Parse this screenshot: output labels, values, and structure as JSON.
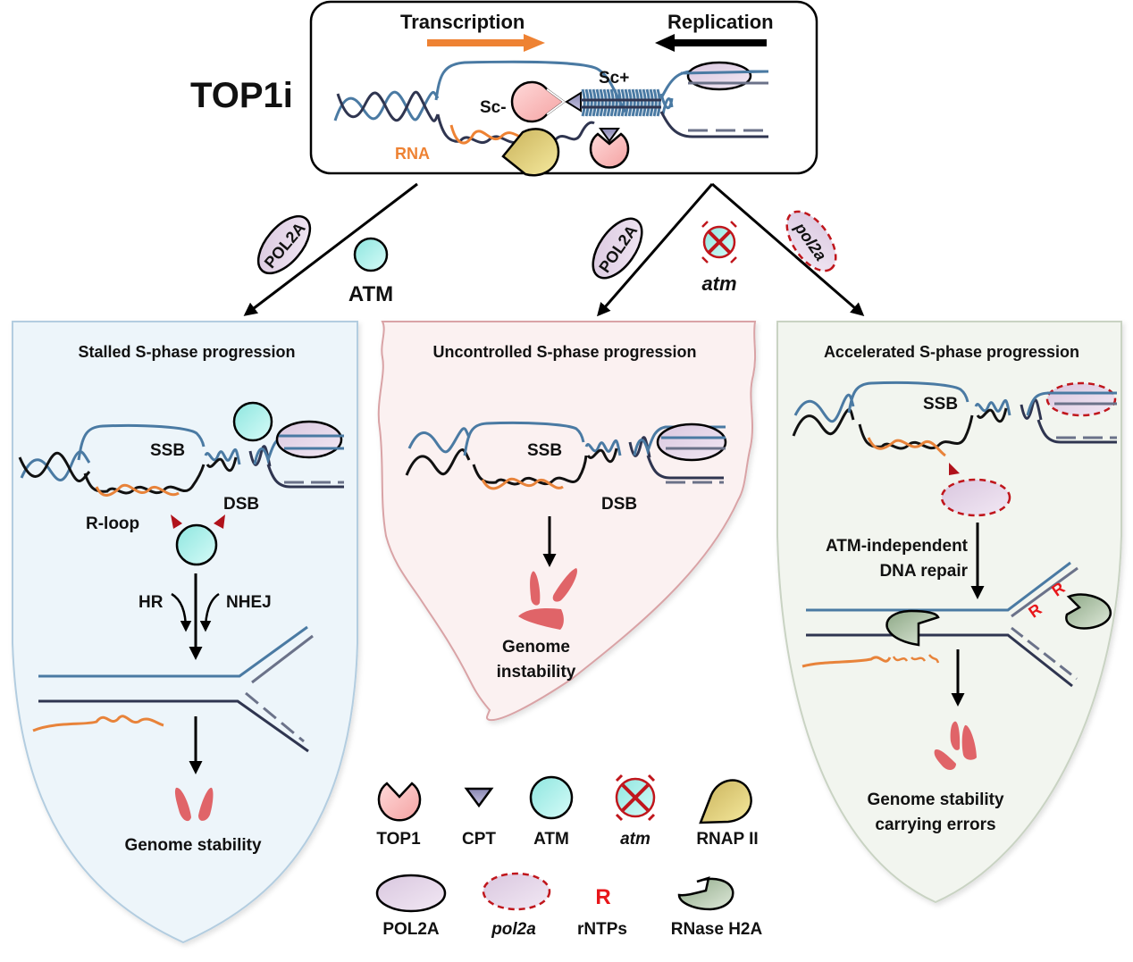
{
  "title": "TOP1i",
  "top_panel": {
    "transcription_label": "Transcription",
    "replication_label": "Replication",
    "sc_minus_label": "Sc-",
    "sc_plus_label": "Sc+",
    "rna_label": "RNA"
  },
  "branches": {
    "left": {
      "pol2a_label": "POL2A",
      "atm_label": "ATM"
    },
    "middle": {
      "pol2a_label": "POL2A",
      "atm_label": "atm"
    },
    "right": {
      "pol2a_label": "pol2a"
    }
  },
  "panels": {
    "stalled": {
      "title": "Stalled S-phase progression",
      "ssb_label": "SSB",
      "dsb_label": "DSB",
      "rloop_label": "R-loop",
      "hr_label": "HR",
      "nhej_label": "NHEJ",
      "outcome": "Genome stability"
    },
    "uncontrolled": {
      "title": "Uncontrolled S-phase progression",
      "ssb_label": "SSB",
      "dsb_label": "DSB",
      "outcome_line1": "Genome",
      "outcome_line2": "instability"
    },
    "accelerated": {
      "title": "Accelerated S-phase progression",
      "ssb_label": "SSB",
      "repair_line1": "ATM-independent",
      "repair_line2": "DNA repair",
      "rntp_marker": "R",
      "outcome_line1": "Genome stability",
      "outcome_line2": "carrying errors"
    }
  },
  "legend": {
    "items": [
      {
        "icon": "top1-pacman-icon",
        "label": "TOP1"
      },
      {
        "icon": "cpt-triangle-icon",
        "label": "CPT"
      },
      {
        "icon": "atm-circle-icon",
        "label": "ATM"
      },
      {
        "icon": "atm-mutant-icon",
        "label": "atm"
      },
      {
        "icon": "rnap2-drop-icon",
        "label": "RNAP II"
      },
      {
        "icon": "pol2a-ellipse-icon",
        "label": "POL2A"
      },
      {
        "icon": "pol2a-mutant-icon",
        "label": "pol2a"
      },
      {
        "icon": "rntp-r-icon",
        "label": "rNTPs",
        "glyph": "R"
      },
      {
        "icon": "rnase-h2a-icon",
        "label": "RNase H2A"
      }
    ]
  },
  "colors": {
    "strand_blue": "#4a7aa3",
    "strand_dark": "#2f3550",
    "rna_orange": "#e8833a",
    "top1_pink": "#f6b5b5",
    "atm_cyan": "#a6ece6",
    "pol2a_lilac": "#e6d6ea",
    "rnap_yellow": "#e7d57f",
    "rnase_green": "#a9bea0",
    "mutant_red": "#c0161c",
    "rntp_red": "#e8161a",
    "chromosome_red": "#e06468",
    "panel_blue_bg": "#edf5fa",
    "panel_pink_bg": "#fbf1f1",
    "panel_green_bg": "#f2f5ef"
  }
}
